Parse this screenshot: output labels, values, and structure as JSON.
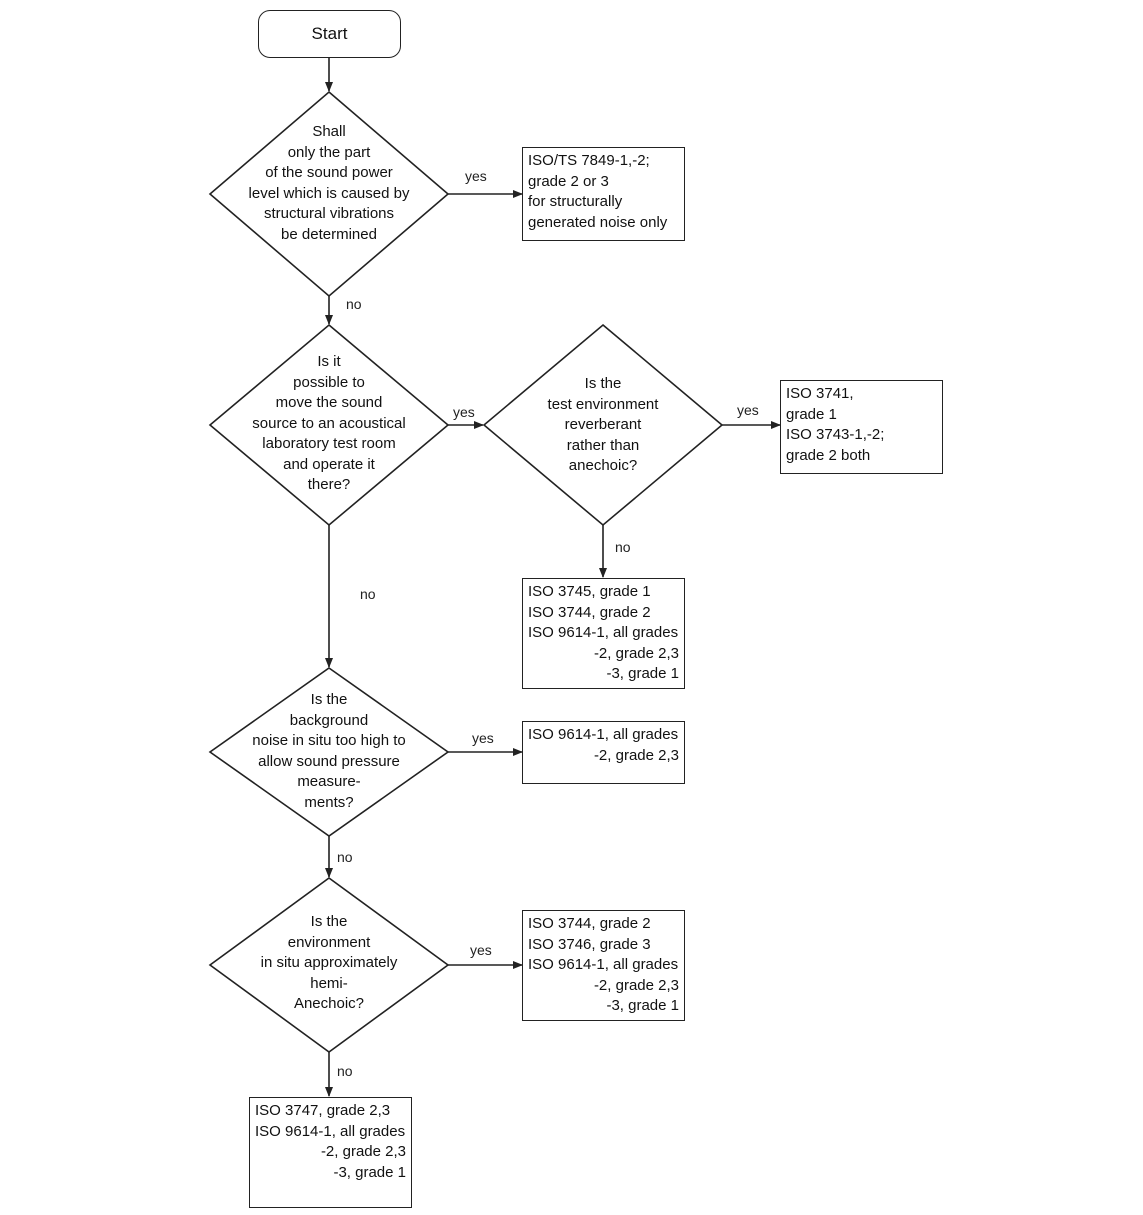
{
  "start_label": "Start",
  "decisions": {
    "d1": [
      "Shall",
      "only the part",
      "of the sound power",
      "level which is caused by",
      "structural vibrations",
      "be determined"
    ],
    "d2": [
      "Is it",
      "possible to",
      "move the sound",
      "source to an acoustical",
      "laboratory test room",
      "and operate it",
      "there?"
    ],
    "d3": [
      "Is the",
      "test environment",
      "reverberant",
      "rather than",
      "anechoic?"
    ],
    "d4": [
      "Is the",
      "background",
      "noise in situ too high to",
      "allow sound pressure",
      "measure-",
      "ments?"
    ],
    "d5": [
      "Is the",
      "environment",
      "in situ approximately",
      "hemi-",
      "Anechoic?"
    ]
  },
  "results": {
    "r1": [
      "ISO/TS 7849-1,-2;",
      "grade 2 or 3",
      "for structurally",
      "generated noise only"
    ],
    "r2": [
      "ISO 3741,",
      "grade 1",
      "ISO 3743-1,-2;",
      "grade 2 both"
    ],
    "r3": [
      "ISO 3745, grade 1",
      "ISO 3744, grade 2",
      "ISO 9614-1, all grades",
      "-2, grade 2,3",
      "-3, grade 1"
    ],
    "r4": [
      "ISO 9614-1, all grades",
      "-2, grade 2,3"
    ],
    "r5": [
      "ISO 3744, grade 2",
      "ISO 3746, grade 3",
      "ISO 9614-1, all grades",
      "-2, grade 2,3",
      "-3, grade 1"
    ],
    "r6": [
      "ISO 3747, grade 2,3",
      "ISO 9614-1, all grades",
      "-2, grade 2,3",
      "-3, grade 1"
    ]
  },
  "edge_labels": {
    "d1_yes": "yes",
    "d1_no": "no",
    "d2_yes": "yes",
    "d2_no": "no",
    "d3_yes": "yes",
    "d3_no": "no",
    "d4_yes": "yes",
    "d4_no": "no",
    "d5_yes": "yes",
    "d5_no": "no"
  }
}
